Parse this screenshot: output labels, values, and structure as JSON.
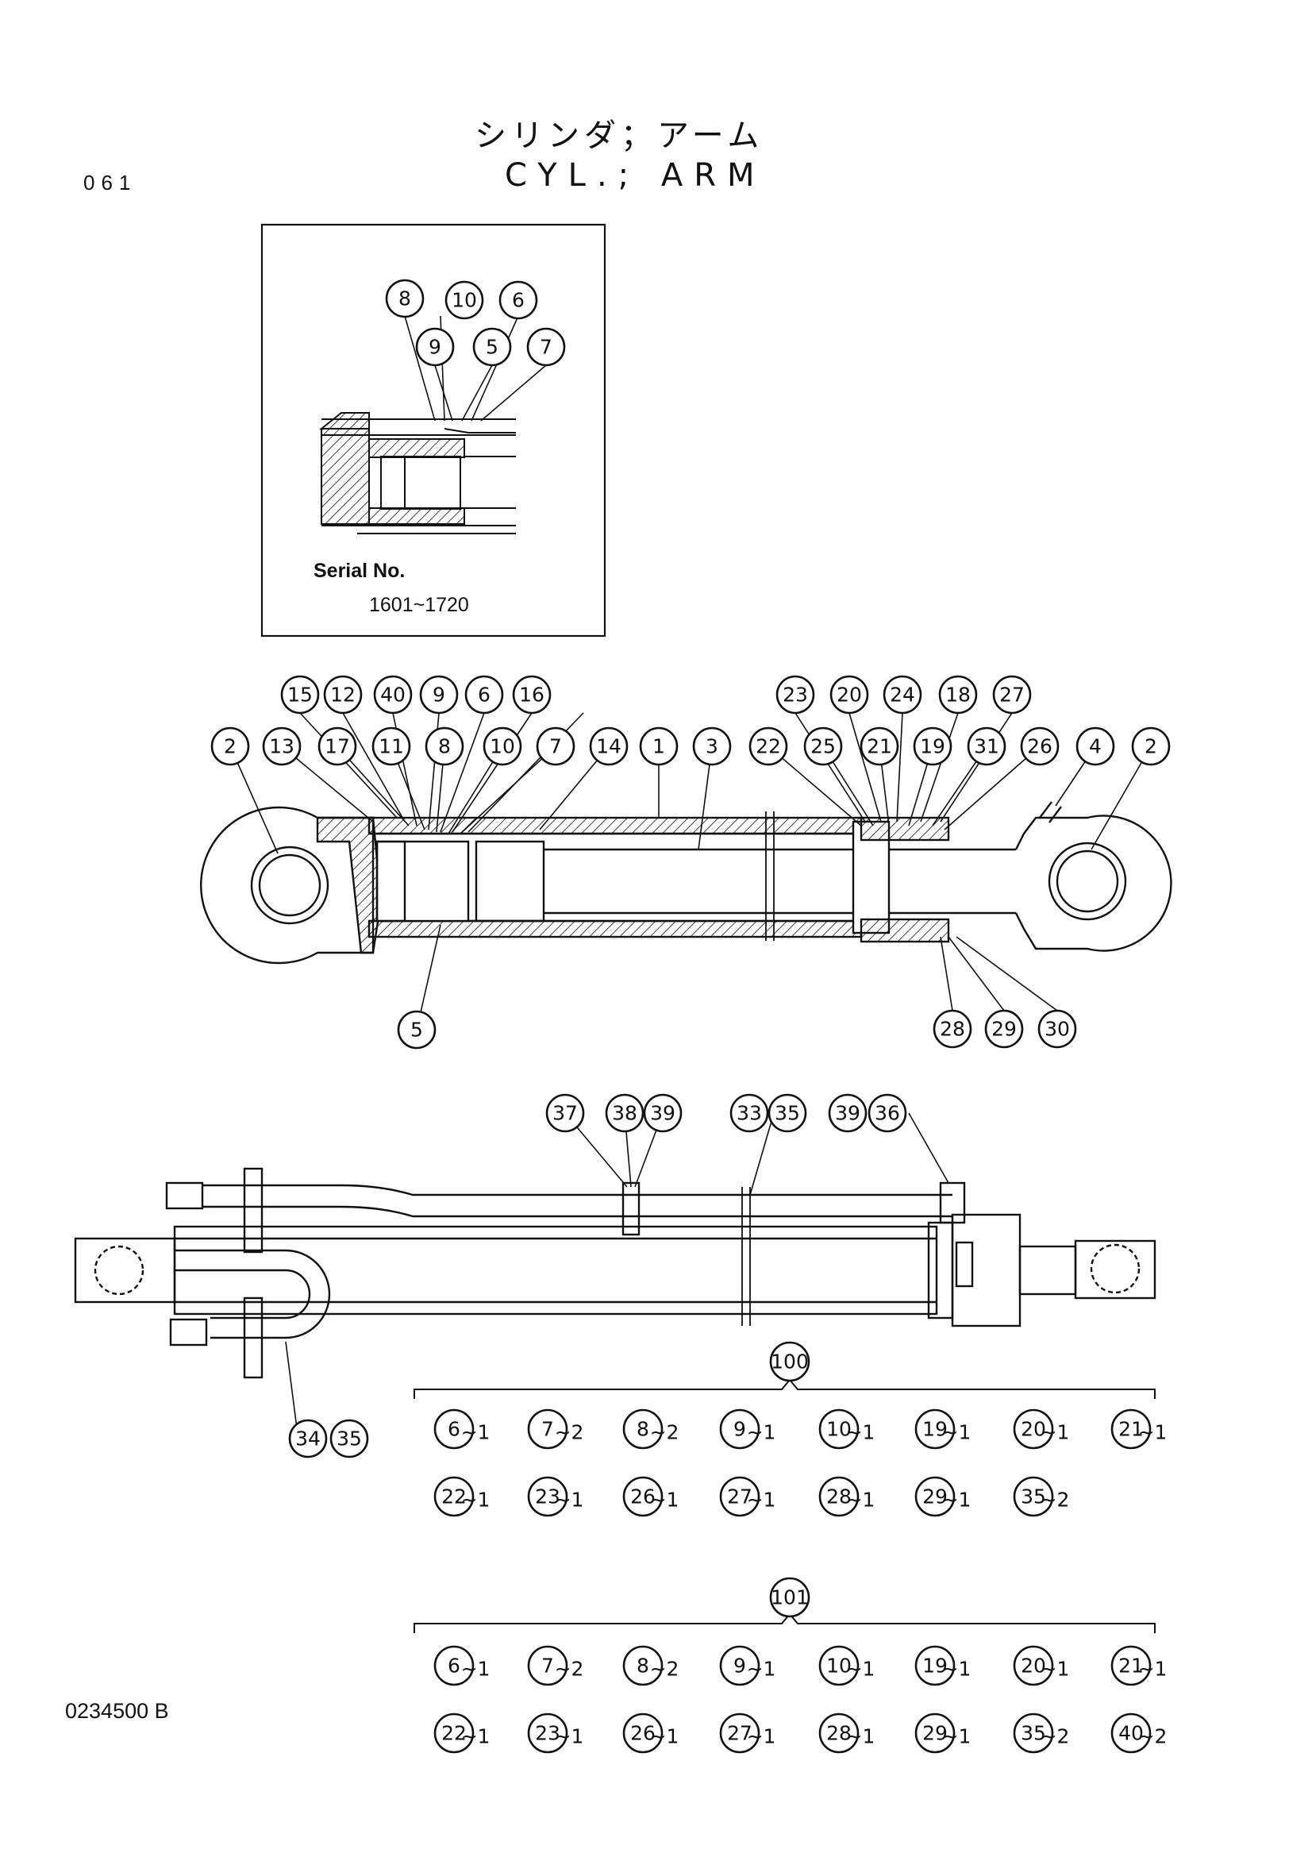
{
  "header": {
    "title_jp": "シリンダ；アーム",
    "title_en": "CYL.; ARM",
    "page_number": "061"
  },
  "footer": {
    "drawing_number": "0234500 B"
  },
  "inset": {
    "serial_label": "Serial No.",
    "serial_range": "1601~1720",
    "callouts": [
      "8",
      "10",
      "6",
      "9",
      "5",
      "7"
    ]
  },
  "section_view": {
    "callouts": [
      "15",
      "12",
      "40",
      "9",
      "6",
      "16",
      "2",
      "13",
      "17",
      "11",
      "8",
      "10",
      "7",
      "14",
      "1",
      "3",
      "23",
      "20",
      "24",
      "18",
      "27",
      "22",
      "25",
      "21",
      "19",
      "31",
      "26",
      "4",
      "2",
      "5",
      "28",
      "29",
      "30"
    ]
  },
  "exterior_view": {
    "callouts": [
      "37",
      "38",
      "39",
      "33",
      "35",
      "39",
      "36",
      "34",
      "35"
    ]
  },
  "kits": [
    {
      "kit_number": "100",
      "rows": [
        [
          {
            "part": "6",
            "qty": "~1"
          },
          {
            "part": "7",
            "qty": "~2"
          },
          {
            "part": "8",
            "qty": "~2"
          },
          {
            "part": "9",
            "qty": "~1"
          },
          {
            "part": "10",
            "qty": "~1"
          },
          {
            "part": "19",
            "qty": "~1"
          },
          {
            "part": "20",
            "qty": "~1"
          },
          {
            "part": "21",
            "qty": "~1"
          }
        ],
        [
          {
            "part": "22",
            "qty": "~1"
          },
          {
            "part": "23",
            "qty": "~1"
          },
          {
            "part": "26",
            "qty": "~1"
          },
          {
            "part": "27",
            "qty": "~1"
          },
          {
            "part": "28",
            "qty": "~1"
          },
          {
            "part": "29",
            "qty": "~1"
          },
          {
            "part": "35",
            "qty": "~2"
          }
        ]
      ]
    },
    {
      "kit_number": "101",
      "rows": [
        [
          {
            "part": "6",
            "qty": "~1"
          },
          {
            "part": "7",
            "qty": "~2"
          },
          {
            "part": "8",
            "qty": "~2"
          },
          {
            "part": "9",
            "qty": "~1"
          },
          {
            "part": "10",
            "qty": "~1"
          },
          {
            "part": "19",
            "qty": "~1"
          },
          {
            "part": "20",
            "qty": "~1"
          },
          {
            "part": "21",
            "qty": "~1"
          }
        ],
        [
          {
            "part": "22",
            "qty": "~1"
          },
          {
            "part": "23",
            "qty": "~1"
          },
          {
            "part": "26",
            "qty": "~1"
          },
          {
            "part": "27",
            "qty": "~1"
          },
          {
            "part": "28",
            "qty": "~1"
          },
          {
            "part": "29",
            "qty": "~1"
          },
          {
            "part": "35",
            "qty": "~2"
          },
          {
            "part": "40",
            "qty": "~2"
          }
        ]
      ]
    }
  ]
}
